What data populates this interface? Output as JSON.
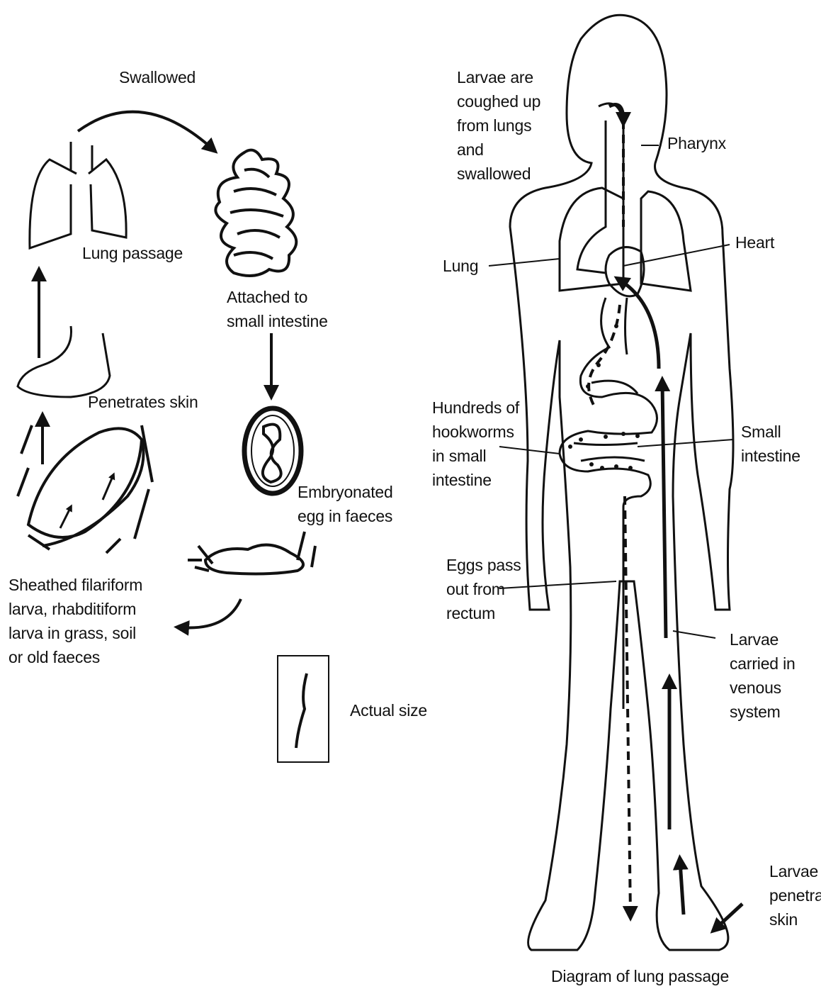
{
  "cycle": {
    "swallowed": "Swallowed",
    "lung_passage": "Lung passage",
    "attached": [
      "Attached to",
      "small intestine"
    ],
    "penetrates_skin": "Penetrates skin",
    "embryonated": [
      "Embryonated",
      "egg in faeces"
    ],
    "sheathed": [
      "Sheathed filariform",
      "larva, rhabditiform",
      "larva in grass, soil",
      "or old faeces"
    ],
    "actual_size": "Actual size"
  },
  "body": {
    "coughed": [
      "Larvae are",
      "coughed up",
      "from lungs",
      "and",
      "swallowed"
    ],
    "pharynx": "Pharynx",
    "heart": "Heart",
    "lung": "Lung",
    "hookworms": [
      "Hundreds of",
      "hookworms",
      "in small",
      "intestine"
    ],
    "small_intestine": [
      "Small",
      "intestine"
    ],
    "eggs_pass": [
      "Eggs pass",
      "out from",
      "rectum"
    ],
    "venous": [
      "Larvae",
      "carried in",
      "venous",
      "system"
    ],
    "penetrate": [
      "Larvae",
      "penetra",
      "skin"
    ],
    "caption": "Diagram of lung passage"
  }
}
